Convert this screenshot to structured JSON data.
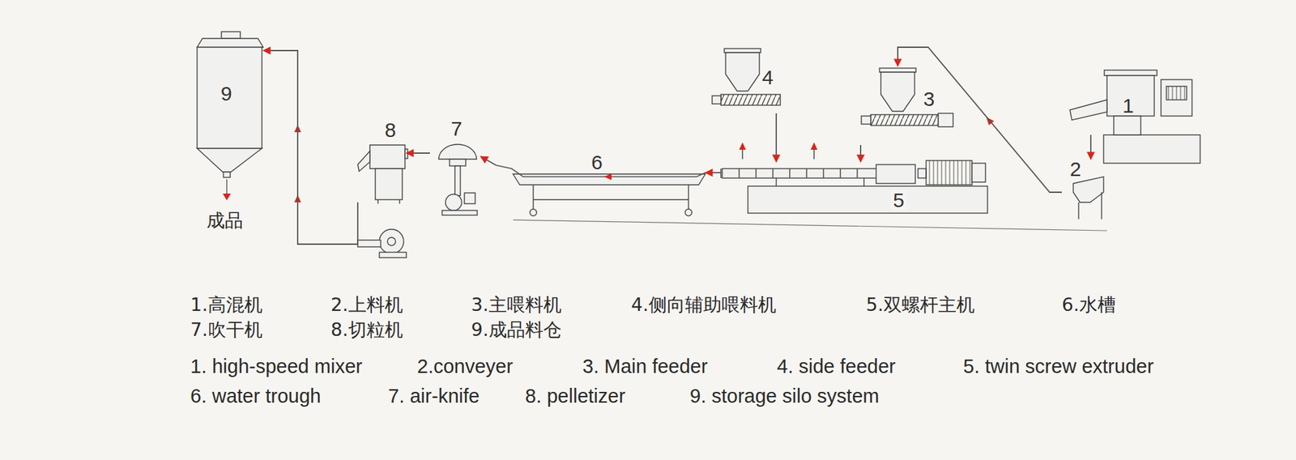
{
  "diagram": {
    "nodes": [
      {
        "text": [
          "1"
        ]
      },
      {
        "text": [
          "2"
        ]
      },
      {
        "text": [
          "3"
        ]
      },
      {
        "text": [
          "4"
        ]
      },
      {
        "text": [
          "5"
        ]
      },
      {
        "text": [
          "6"
        ]
      },
      {
        "text": [
          "7"
        ]
      },
      {
        "text": [
          "8"
        ]
      },
      {
        "text": [
          "9"
        ]
      }
    ],
    "edges": [
      {
        "from": 0,
        "to": 1,
        "arrow": "to"
      },
      {
        "from": 1,
        "to": 2,
        "arrow": "to"
      },
      {
        "from": 2,
        "to": 4,
        "arrow": "to"
      },
      {
        "from": 3,
        "to": 4,
        "arrow": "to"
      },
      {
        "from": 4,
        "to": 5,
        "arrow": "to"
      },
      {
        "from": 5,
        "to": 6,
        "arrow": "to"
      },
      {
        "from": 6,
        "to": 7,
        "arrow": "to"
      },
      {
        "from": 7,
        "to": 8,
        "arrow": "to"
      }
    ],
    "labels": [
      "成品",
      "1.高混机",
      "2.上料机",
      "3.主喂料机",
      "4.侧向辅助喂料机",
      "5.双螺杆主机",
      "6.水槽",
      "7.吹干机",
      "8.切粒机",
      "9.成品料仓",
      "1. high-speed mixer",
      "2.conveyer",
      "3. Main feeder",
      "4. side feeder",
      "5. twin screw extruder",
      "6. water trough",
      "7. air-knife",
      "8. pelletizer",
      "9. storage silo system"
    ]
  }
}
